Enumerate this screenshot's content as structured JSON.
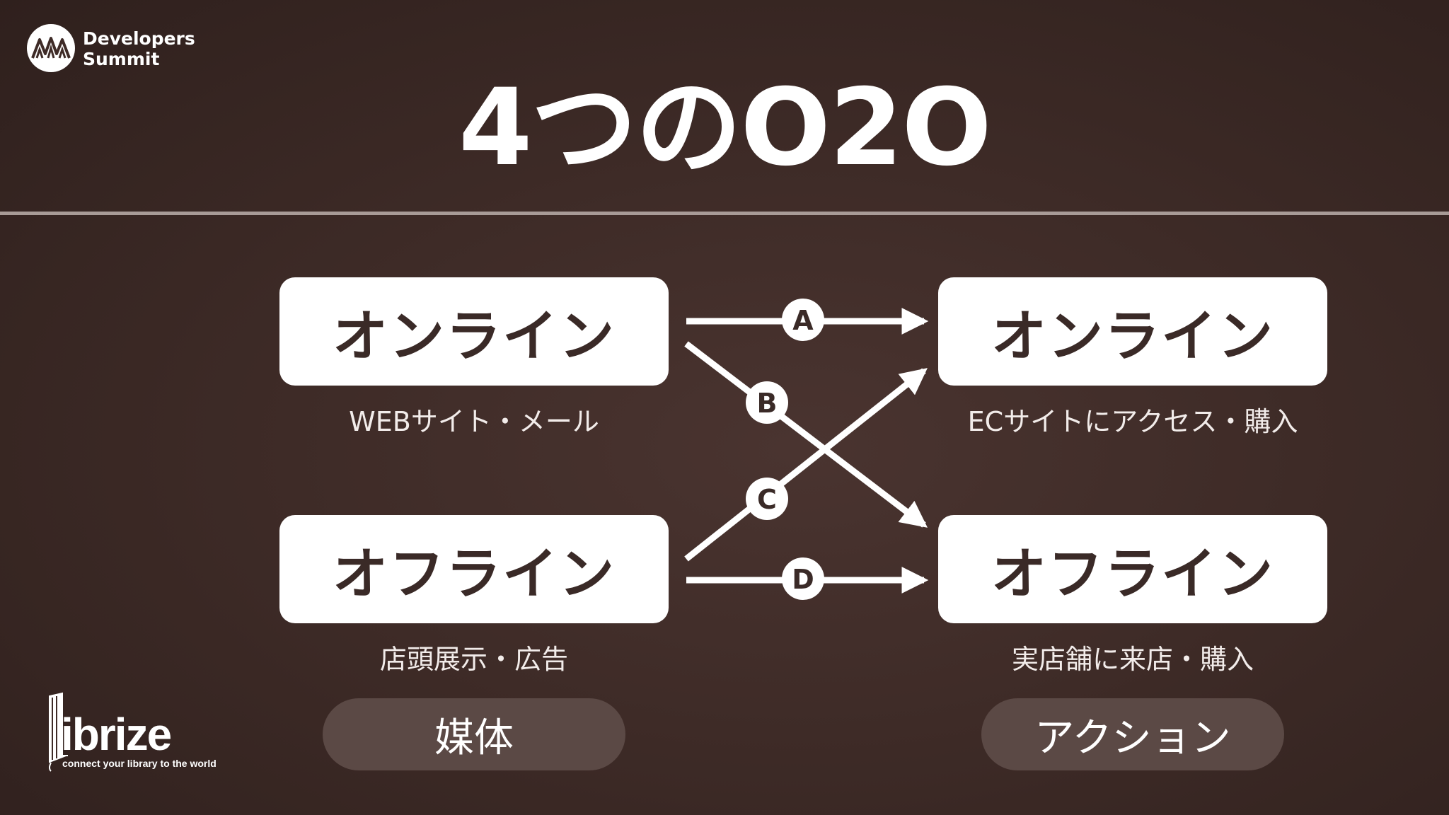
{
  "event_logo": {
    "line1": "Developers",
    "line2": "Summit",
    "icon": "mountain-icon"
  },
  "slide": {
    "title": "4つのO2O"
  },
  "media": {
    "online": {
      "label": "オンライン",
      "caption": "WEBサイト・メール"
    },
    "offline": {
      "label": "オフライン",
      "caption": "店頭展示・広告"
    },
    "footer": "媒体"
  },
  "action": {
    "online": {
      "label": "オンライン",
      "caption": "ECサイトにアクセス・購入"
    },
    "offline": {
      "label": "オフライン",
      "caption": "実店舗に来店・購入"
    },
    "footer": "アクション"
  },
  "flows": [
    {
      "id": "A",
      "from": "オンライン",
      "to": "オンライン"
    },
    {
      "id": "B",
      "from": "オンライン",
      "to": "オフライン"
    },
    {
      "id": "C",
      "from": "オフライン",
      "to": "オンライン"
    },
    {
      "id": "D",
      "from": "オフライン",
      "to": "オフライン"
    }
  ],
  "brand": {
    "name": "Librize",
    "tagline": "connect your library to the world"
  },
  "colors": {
    "background": "#3e2b27",
    "box": "#ffffff",
    "box_text": "#3a2a27",
    "pill": "#5b4945"
  }
}
